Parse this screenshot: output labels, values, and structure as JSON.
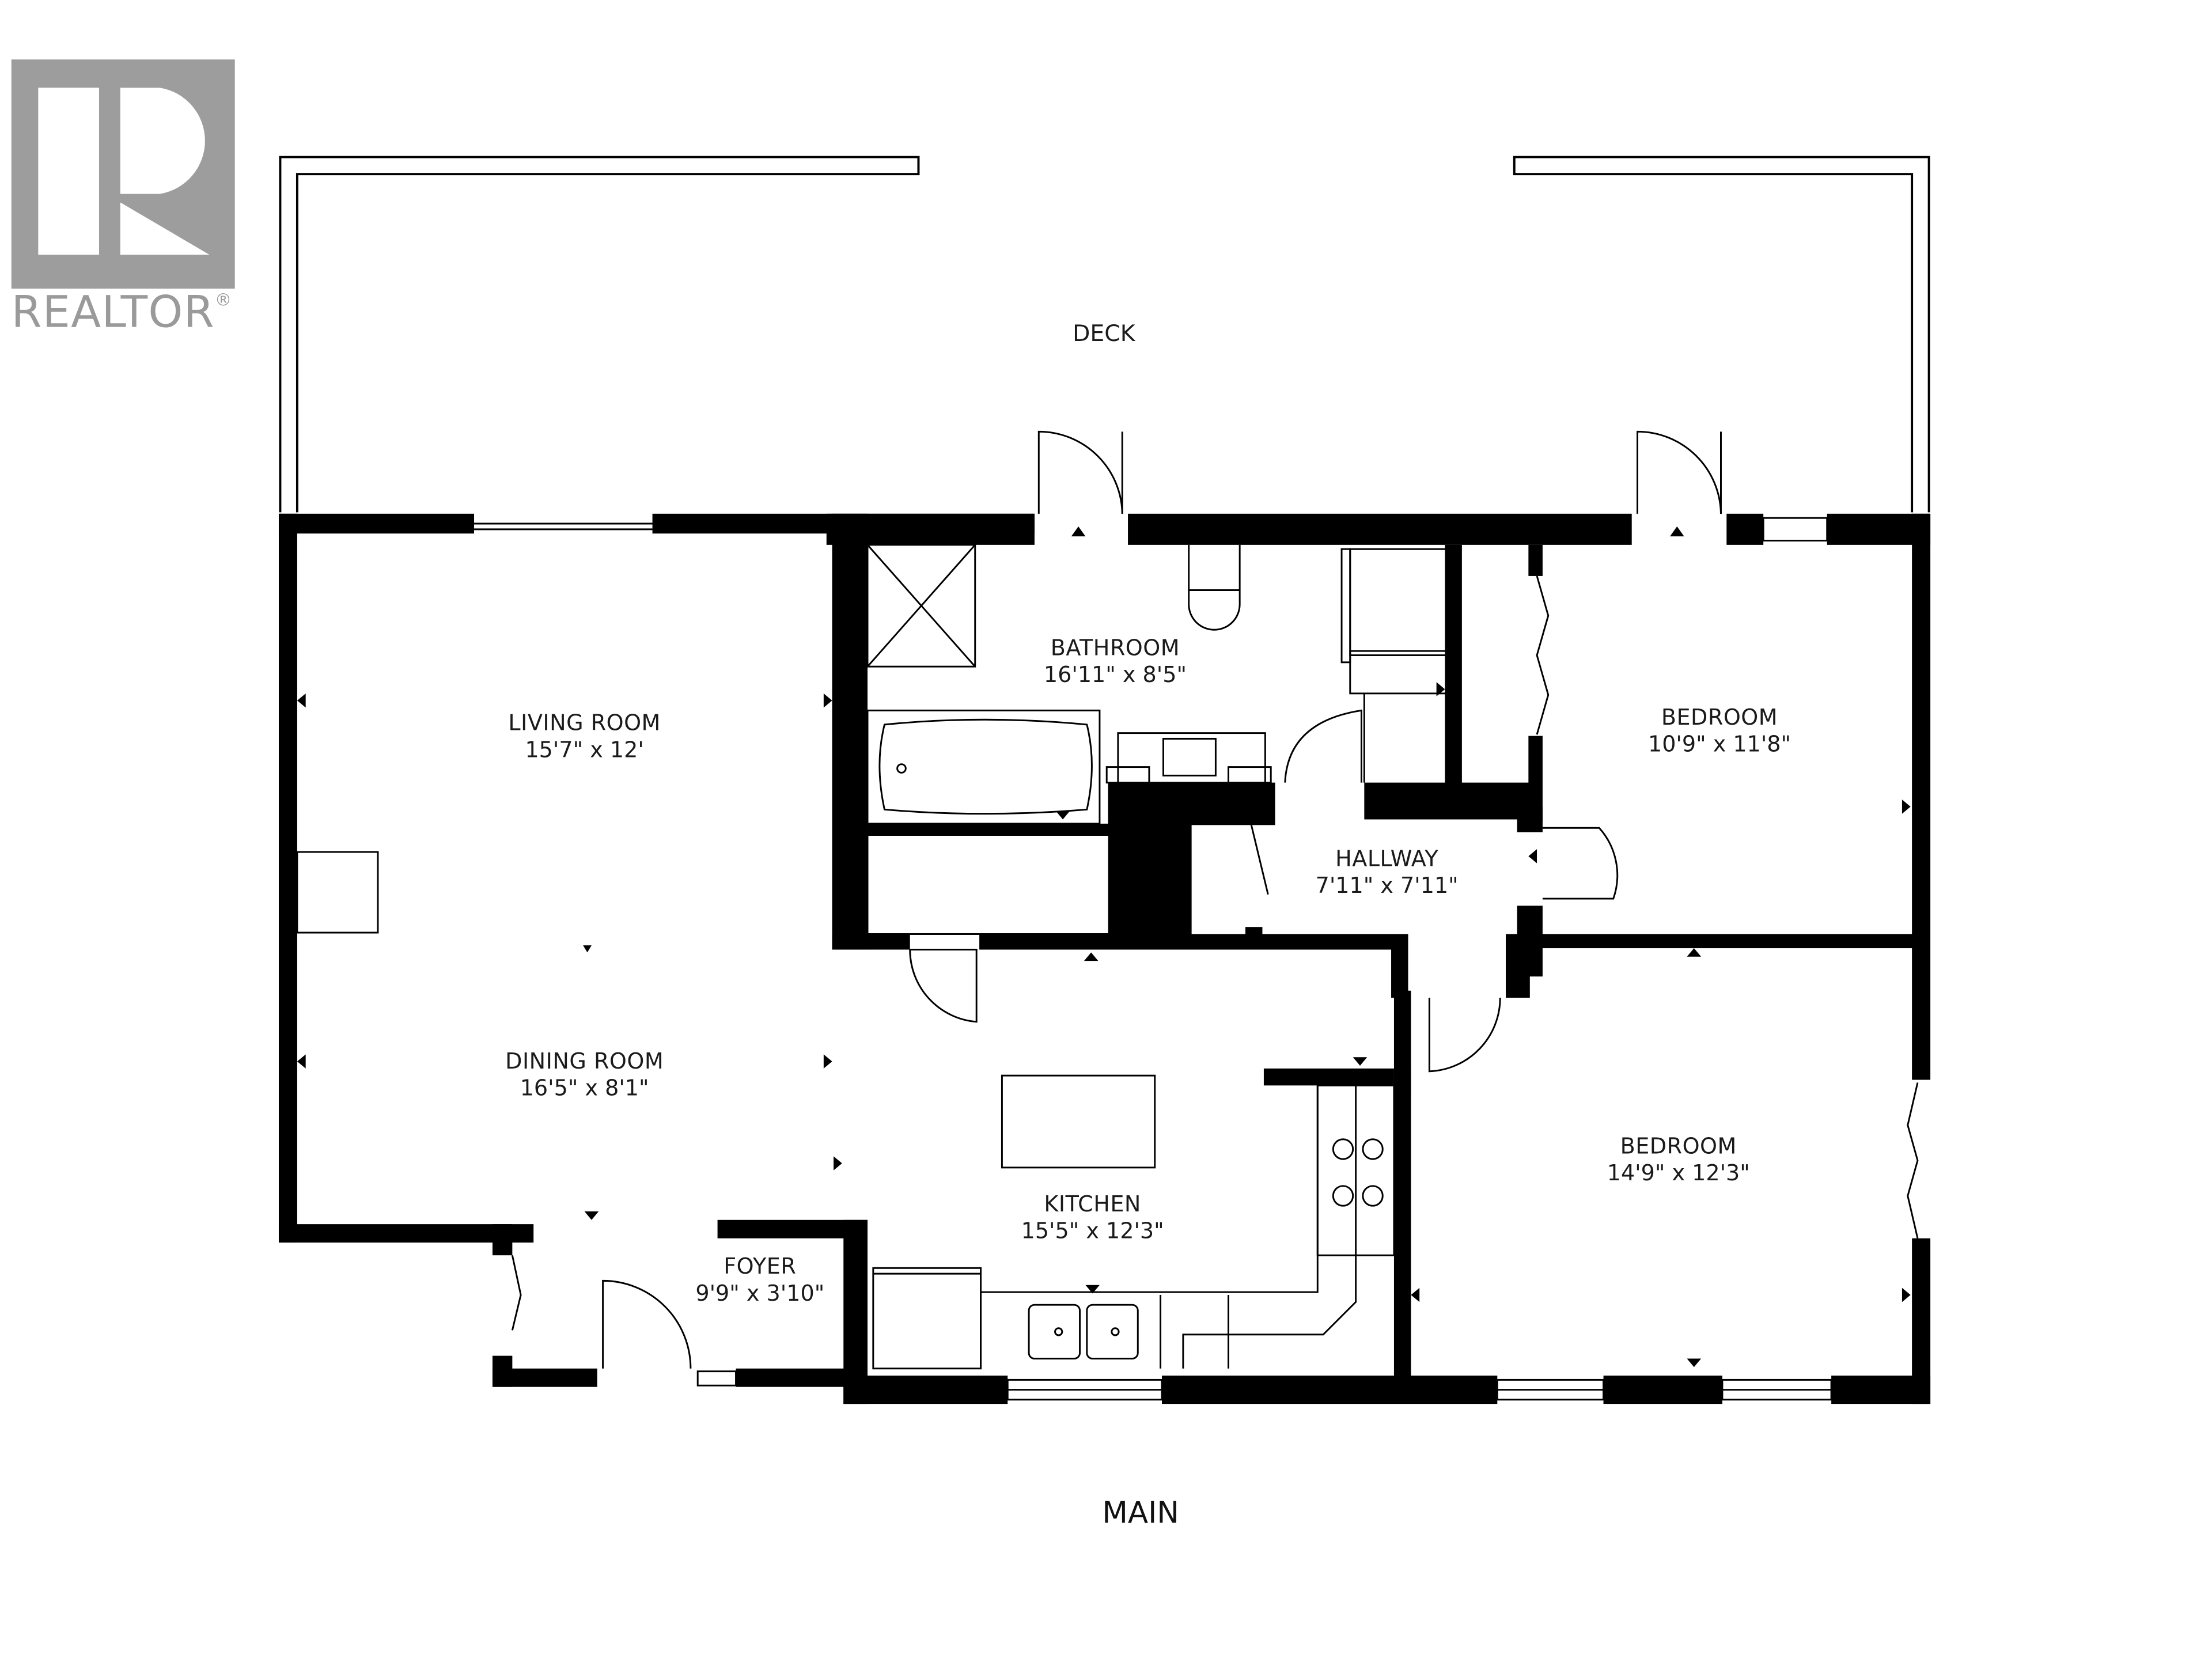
{
  "logo": {
    "wordmark": "REALTOR",
    "registered_mark": "®",
    "color": "#9d9d9d"
  },
  "plan": {
    "floor_label": "MAIN",
    "wall_color": "#000000",
    "outdoor": {
      "deck": {
        "name": "DECK"
      }
    },
    "rooms": [
      {
        "id": "living",
        "name": "LIVING ROOM",
        "dimensions": "15'7\" x 12'"
      },
      {
        "id": "dining",
        "name": "DINING ROOM",
        "dimensions": "16'5\" x 8'1\""
      },
      {
        "id": "bathroom",
        "name": "BATHROOM",
        "dimensions": "16'11\" x 8'5\""
      },
      {
        "id": "bedroom1",
        "name": "BEDROOM",
        "dimensions": "10'9\" x 11'8\""
      },
      {
        "id": "hallway",
        "name": "HALLWAY",
        "dimensions": "7'11\" x 7'11\""
      },
      {
        "id": "kitchen",
        "name": "KITCHEN",
        "dimensions": "15'5\" x 12'3\""
      },
      {
        "id": "bedroom2",
        "name": "BEDROOM",
        "dimensions": "14'9\" x 12'3\""
      },
      {
        "id": "foyer",
        "name": "FOYER",
        "dimensions": "9'9\" x 3'10\""
      }
    ]
  }
}
